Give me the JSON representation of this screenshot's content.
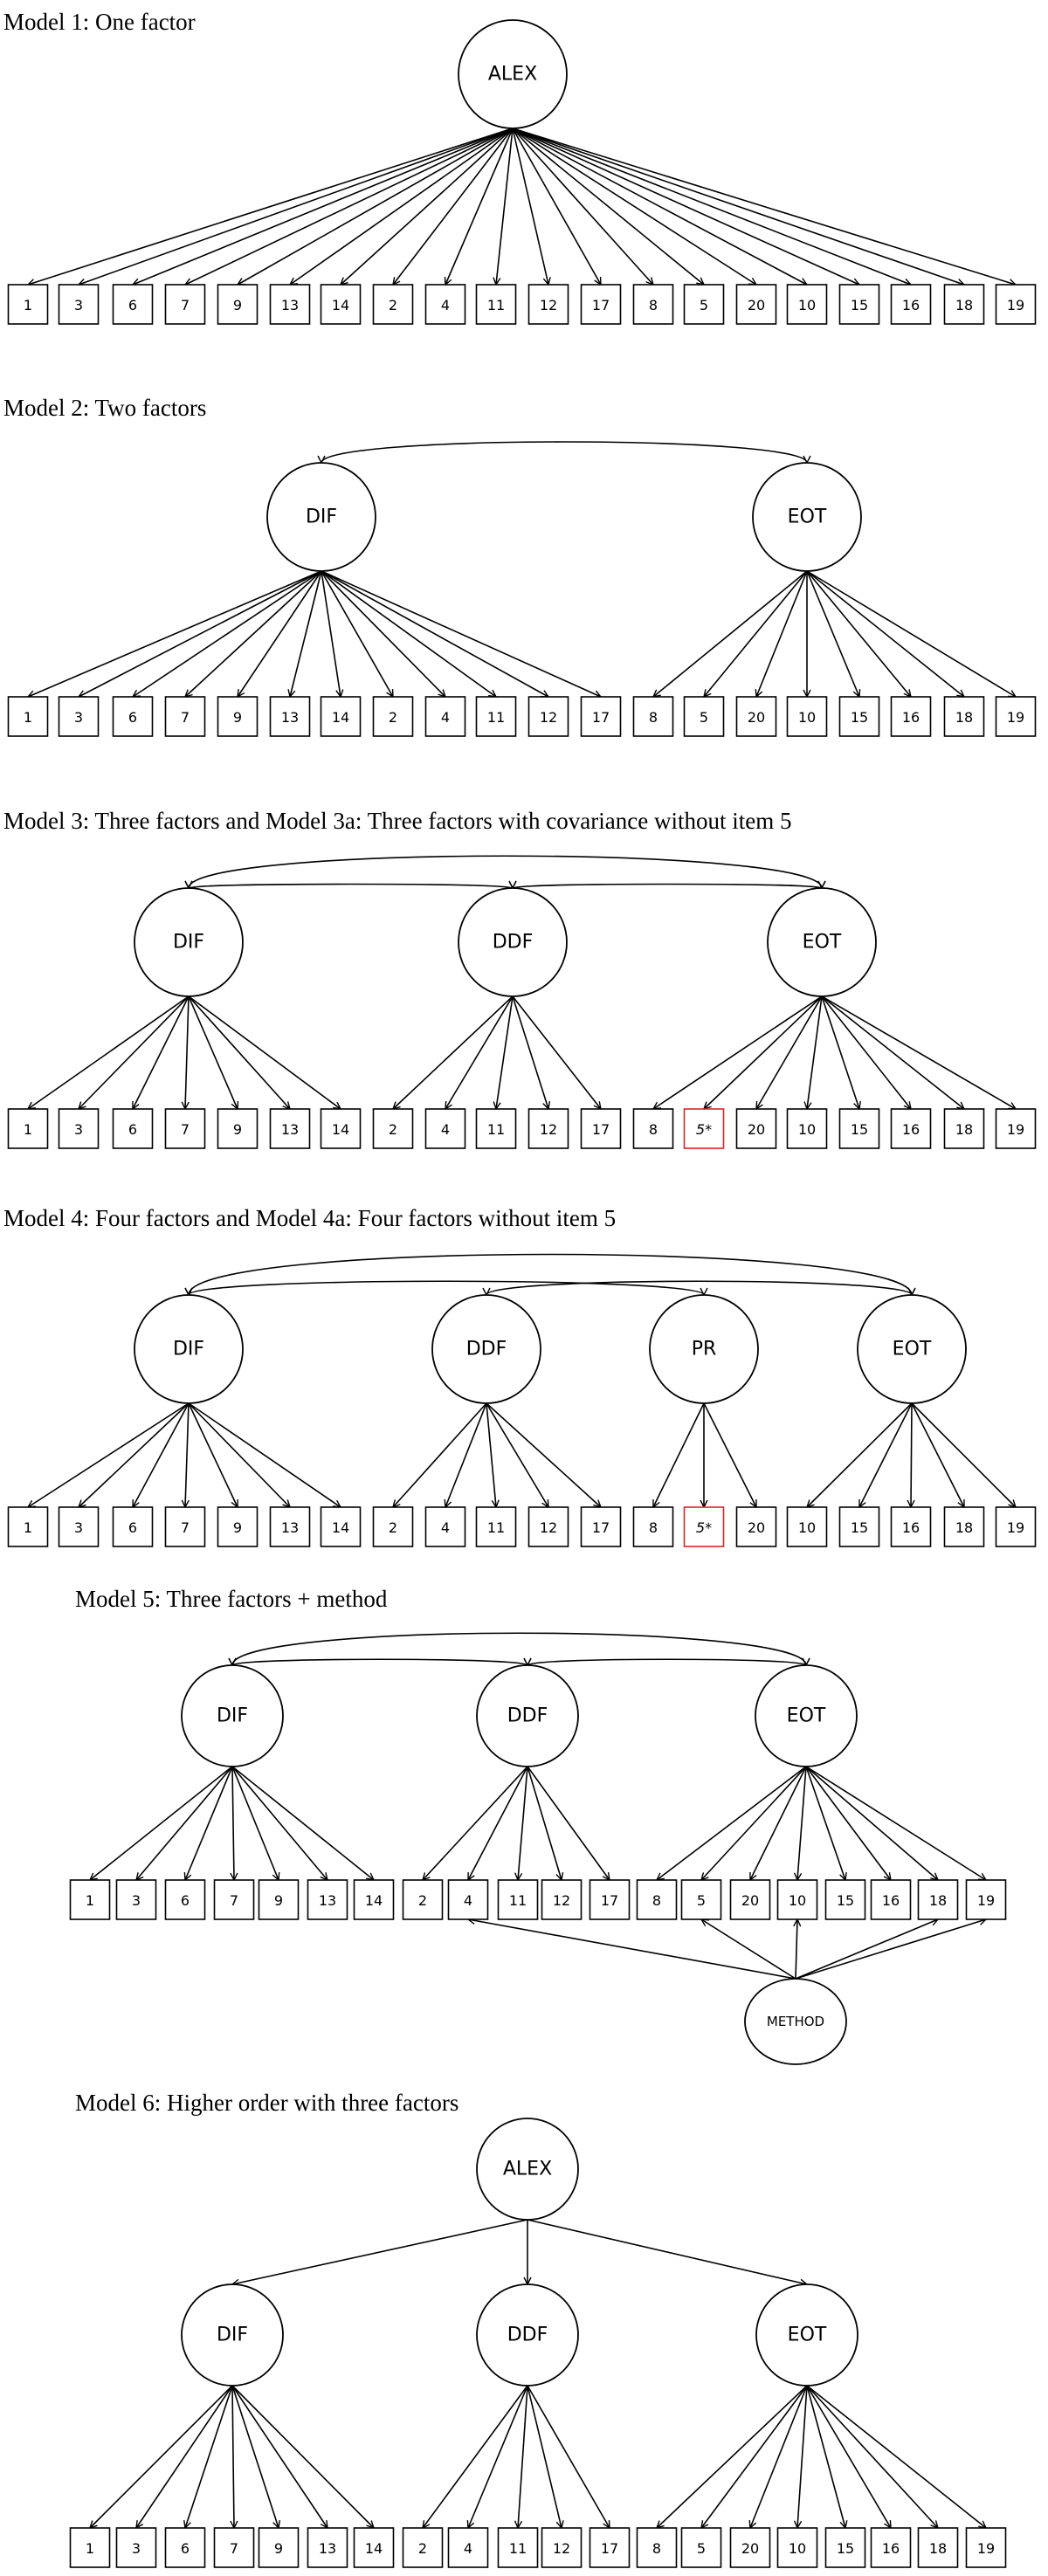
{
  "models": [
    {
      "title": "Model 1: One factor",
      "latents": [
        "ALEX"
      ],
      "items": [
        "1",
        "3",
        "6",
        "7",
        "9",
        "13",
        "14",
        "2",
        "4",
        "11",
        "12",
        "17",
        "8",
        "5",
        "20",
        "10",
        "15",
        "16",
        "18",
        "19"
      ]
    },
    {
      "title": "Model 2: Two factors",
      "latents": [
        "DIF",
        "EOT"
      ],
      "items": [
        "1",
        "3",
        "6",
        "7",
        "9",
        "13",
        "14",
        "2",
        "4",
        "11",
        "12",
        "17",
        "8",
        "5",
        "20",
        "10",
        "15",
        "16",
        "18",
        "19"
      ]
    },
    {
      "title": "Model 3: Three factors and Model 3a: Three factors with covariance without item 5",
      "latents": [
        "DIF",
        "DDF",
        "EOT"
      ],
      "items": [
        "1",
        "3",
        "6",
        "7",
        "9",
        "13",
        "14",
        "2",
        "4",
        "11",
        "12",
        "17",
        "8",
        "5*",
        "20",
        "10",
        "15",
        "16",
        "18",
        "19"
      ],
      "flagged_items": [
        "5*"
      ]
    },
    {
      "title": "Model 4: Four factors and Model 4a: Four factors without item 5",
      "latents": [
        "DIF",
        "DDF",
        "PR",
        "EOT"
      ],
      "items": [
        "1",
        "3",
        "6",
        "7",
        "9",
        "13",
        "14",
        "2",
        "4",
        "11",
        "12",
        "17",
        "8",
        "5*",
        "20",
        "10",
        "15",
        "16",
        "18",
        "19"
      ],
      "flagged_items": [
        "5*"
      ]
    },
    {
      "title": "Model 5: Three factors + method",
      "latents": [
        "DIF",
        "DDF",
        "EOT",
        "METHOD"
      ],
      "items": [
        "1",
        "3",
        "6",
        "7",
        "9",
        "13",
        "14",
        "2",
        "4",
        "11",
        "12",
        "17",
        "8",
        "5",
        "20",
        "10",
        "15",
        "16",
        "18",
        "19"
      ]
    },
    {
      "title": "Model 6: Higher order with three factors",
      "latents": [
        "ALEX",
        "DIF",
        "DDF",
        "EOT"
      ],
      "items": [
        "1",
        "3",
        "6",
        "7",
        "9",
        "13",
        "14",
        "2",
        "4",
        "11",
        "12",
        "17",
        "8",
        "5",
        "20",
        "10",
        "15",
        "16",
        "18",
        "19"
      ]
    }
  ],
  "colors": {
    "line": "#000000",
    "flagged_border": "#d62728",
    "background": "#ffffff"
  }
}
